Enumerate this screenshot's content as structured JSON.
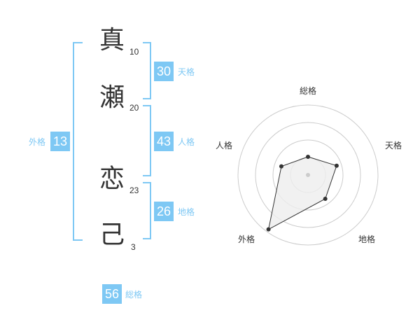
{
  "name": {
    "chars": [
      "真",
      "瀬",
      "恋",
      "己"
    ],
    "strokes": [
      "10",
      "20",
      "23",
      "3"
    ]
  },
  "fortunes": {
    "tenkaku": {
      "label": "天格",
      "value": "30"
    },
    "jinkaku": {
      "label": "人格",
      "value": "43"
    },
    "chikaku": {
      "label": "地格",
      "value": "26"
    },
    "gaikaku": {
      "label": "外格",
      "value": "13"
    },
    "soukaku": {
      "label": "総格",
      "value": "56"
    }
  },
  "chart_data": {
    "type": "radar",
    "axes": [
      "総格",
      "天格",
      "地格",
      "外格",
      "人格"
    ],
    "values": [
      0.26,
      0.43,
      0.42,
      0.96,
      0.4
    ],
    "rings": 4,
    "colors": {
      "ring": "#cccccc",
      "fill": "#eeeeee",
      "line": "#333333",
      "center": "#cccccc"
    }
  }
}
